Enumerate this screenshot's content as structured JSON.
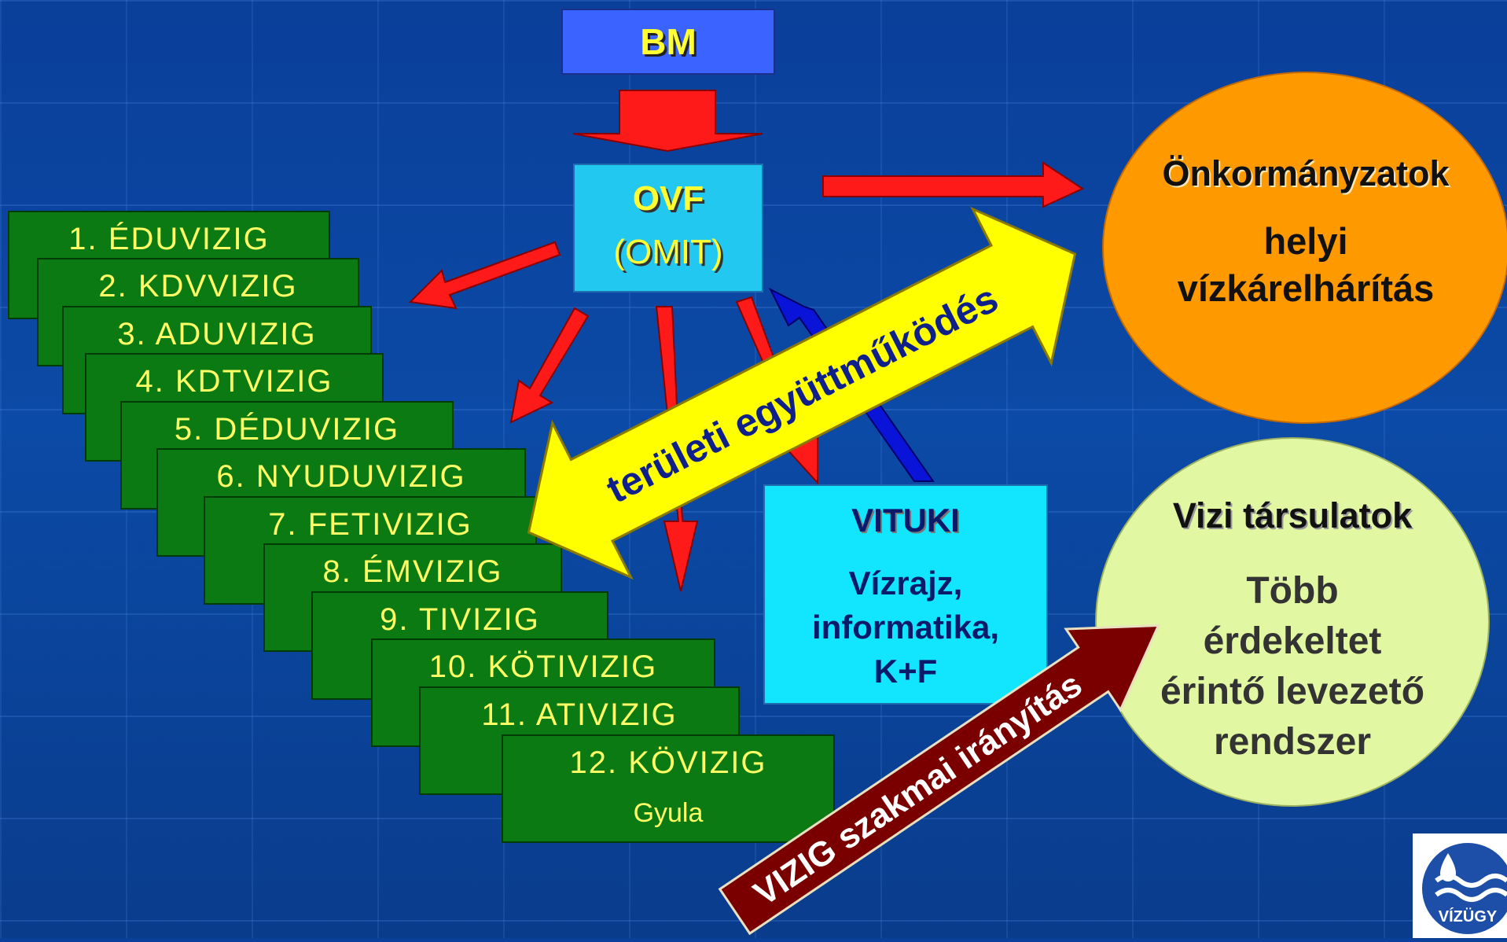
{
  "bm": {
    "label": "BM"
  },
  "ovf": {
    "title": "OVF",
    "subtitle": "(OMIT)"
  },
  "vituki": {
    "title": "VITUKI",
    "line1": "Vízrajz,",
    "line2": "informatika,",
    "line3": "K+F"
  },
  "onkormanyzatok": {
    "title": "Önkormányzatok",
    "line1": "helyi",
    "line2": "vízkárelhárítás"
  },
  "vizi_tarsulatok": {
    "title": "Vizi társulatok",
    "line1": "Több",
    "line2": "érdekeltet",
    "line3": "érintő levezető",
    "line4": "rendszer"
  },
  "vizigs": [
    {
      "label": "1. ÉDUVIZIG"
    },
    {
      "label": "2. KDVVIZIG"
    },
    {
      "label": "3. ADUVIZIG"
    },
    {
      "label": "4. KDTVIZIG"
    },
    {
      "label": "5. DÉDUVIZIG"
    },
    {
      "label": "6. NYUDUVIZIG"
    },
    {
      "label": "7. FETIVIZIG"
    },
    {
      "label": "8. ÉMVIZIG"
    },
    {
      "label": "9. TIVIZIG"
    },
    {
      "label": "10. KÖTIVIZIG"
    },
    {
      "label": "11. ATIVIZIG"
    },
    {
      "label": "12. KÖVIZIG",
      "sub": "Gyula"
    }
  ],
  "arrows": {
    "cooperation": "területi együttműködés",
    "professional_guidance": "VIZIG szakmai irányítás"
  },
  "logo": {
    "text": "VÍZÜGY"
  },
  "colors": {
    "background": "#0b4aa6",
    "bm_box": "#3a63ff",
    "ovf_box": "#22c8ef",
    "vituki_box": "#12e6ff",
    "vizig_card": "#0b7a12",
    "onk_circle": "#ff9900",
    "vizi_circle": "#e2f7a2",
    "red_arrow": "#ff1a1a",
    "yellow_arrow": "#ffff00",
    "dark_red_arrow": "#7a0000",
    "blue_arrow": "#0a14d8"
  }
}
